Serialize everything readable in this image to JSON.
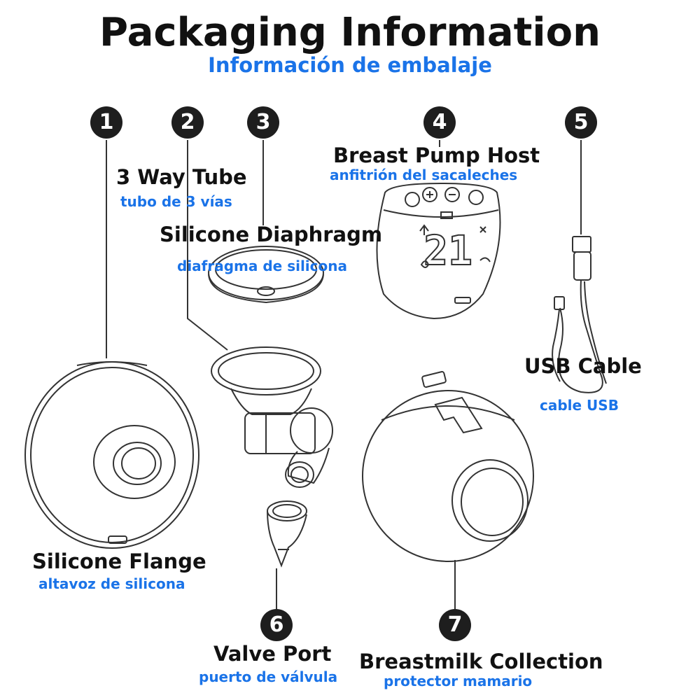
{
  "title": "Packaging Information",
  "subtitle": "Información de embalaje",
  "colors": {
    "spanish_text": "#1a73e8",
    "line": "#333333",
    "badge": "#1e1e1e"
  },
  "parts": [
    {
      "num": "1",
      "name": "Silicone Flange",
      "translation": "altavoz de silicona",
      "icon": "flange-drawing"
    },
    {
      "num": "2",
      "name": "3 Way Tube",
      "translation": "tubo de 3 vías",
      "icon": "three-way-tube-drawing"
    },
    {
      "num": "3",
      "name": "Silicone Diaphragm",
      "translation": "diafragma de silicona",
      "icon": "diaphragm-drawing"
    },
    {
      "num": "4",
      "name": "Breast Pump Host",
      "translation": "anfitrión del sacaleches",
      "icon": "pump-host-drawing"
    },
    {
      "num": "5",
      "name": "USB Cable",
      "translation": "cable USB",
      "icon": "usb-cable-drawing"
    },
    {
      "num": "6",
      "name": "Valve Port",
      "translation": "puerto de válvula",
      "icon": "valve-drawing"
    },
    {
      "num": "7",
      "name": "Breastmilk Collection",
      "translation": "protector mamario",
      "icon": "collector-drawing"
    }
  ],
  "host_display": {
    "digits": "21"
  }
}
